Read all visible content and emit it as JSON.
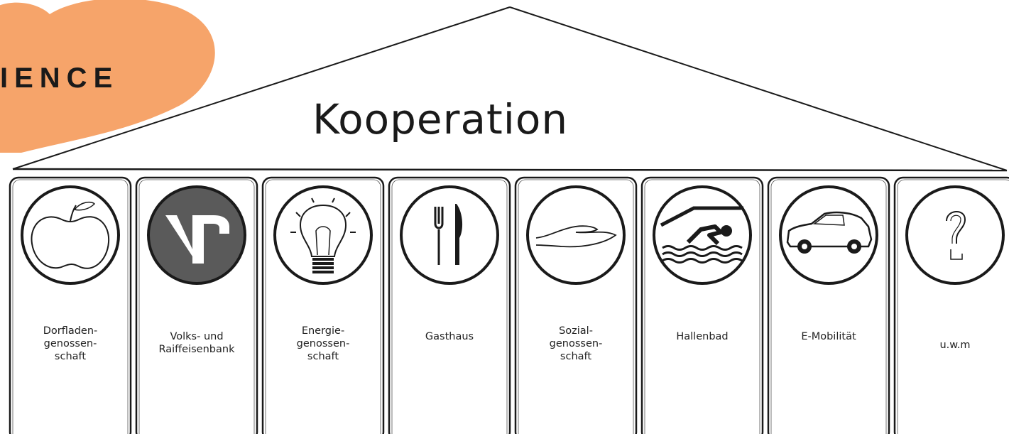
{
  "badge": {
    "text": "IENCE",
    "color": "#f6a46a"
  },
  "roof": {
    "title": "Kooperation"
  },
  "pillars": [
    {
      "label": "Dorfladen-\ngenossen-\nschaft",
      "icon": "apple-icon"
    },
    {
      "label": "Volks- und\nRaiffeisenbank",
      "icon": "volksbank-logo-icon"
    },
    {
      "label": "Energie-\ngenossen-\nschaft",
      "icon": "lightbulb-icon"
    },
    {
      "label": "Gasthaus",
      "icon": "fork-knife-icon"
    },
    {
      "label": "Sozial-\ngenossen-\nschaft",
      "icon": "open-hand-icon"
    },
    {
      "label": "Hallenbad",
      "icon": "swimmer-icon"
    },
    {
      "label": "E-Mobilität",
      "icon": "car-icon"
    },
    {
      "label": "u.w.m",
      "icon": "question-mark-icon"
    }
  ]
}
